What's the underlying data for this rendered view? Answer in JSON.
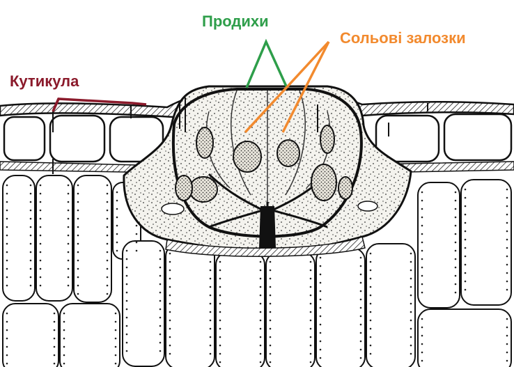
{
  "labels": {
    "cuticle": "Кутикула",
    "prodihi": "Продихи",
    "salt_glands": "Сольові залозки"
  },
  "colors": {
    "cuticle": "#8b1a2b",
    "prodihi": "#2e9e4a",
    "salt_glands": "#f28a2e",
    "ink": "#1a1a1a",
    "cell_fill": "#ffffff",
    "gland_fill": "#f1f0e9"
  }
}
